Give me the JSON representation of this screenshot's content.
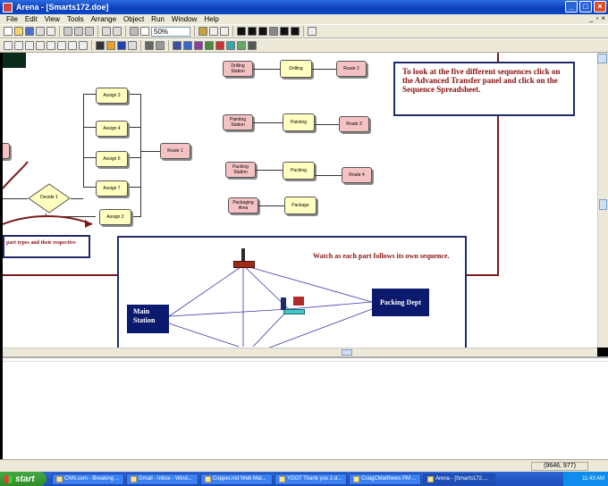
{
  "window": {
    "title": "Arena - [Smarts172.doe]"
  },
  "menu": [
    "File",
    "Edit",
    "View",
    "Tools",
    "Arrange",
    "Object",
    "Run",
    "Window",
    "Help"
  ],
  "toolbar": {
    "zoom": "50%"
  },
  "canvas": {
    "decide_label": "Decide 1",
    "assigns": [
      "Assign 3",
      "Assign 4",
      "Assign 6",
      "Assign 7",
      "Assign 2"
    ],
    "route1": "Route 1",
    "rows": [
      {
        "station": "Drilling Station",
        "process": "Drilling",
        "route": "Route 2"
      },
      {
        "station": "Painting Station",
        "process": "Painting",
        "route": "Route 3"
      },
      {
        "station": "Packing Station",
        "process": "Packing",
        "route": "Route 4"
      }
    ],
    "packaging_area": "Packaging Area",
    "package": "Package",
    "note_top": "To look at the five different sequences click on the Advanced Transfer panel and click on the Sequence Spreadsheet.",
    "note_left": "part types and their respective",
    "anim_text": "Watch as each part follows its own sequence.",
    "main_station": "Main Station",
    "packing_dept": "Packing Dept"
  },
  "status": {
    "coords": "(9646, 977)"
  },
  "taskbar": {
    "start": "start",
    "tasks": [
      "CNN.com - Breaking ...",
      "Gmail - Inbox - Wind...",
      "Copper.net Web Mai...",
      "YDOT Thank you 2.d...",
      "CraigCMatthews PM ...",
      "Arena - [Smarts172...."
    ],
    "clock": "11:43 AM"
  }
}
